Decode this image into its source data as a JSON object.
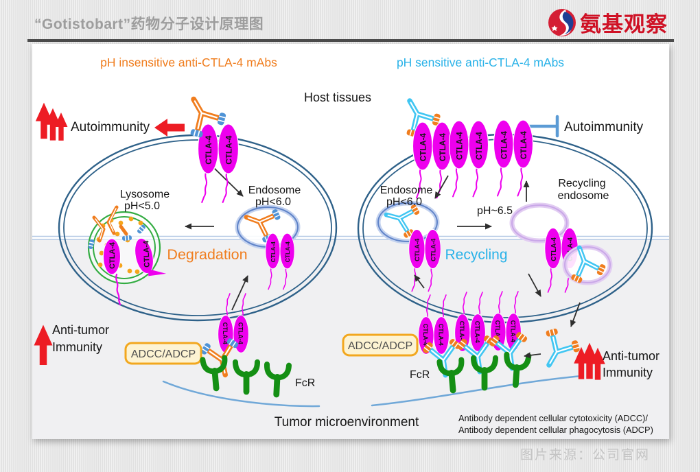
{
  "header": {
    "title": "“Gotistobart”药物分子设计原理图",
    "brand": "氨基观察"
  },
  "footer": {
    "source": "图片来源：公司官网"
  },
  "labels": {
    "left_title": "pH insensitive anti-CTLA-4 mAbs",
    "right_title": "pH sensitive anti-CTLA-4 mAbs",
    "host_tissues": "Host tissues",
    "autoimmunity": "Autoimmunity",
    "lysosome": "Lysosome",
    "lysosome_ph": "pH<5.0",
    "endosome": "Endosome",
    "endosome_ph": "pH<6.0",
    "degradation": "Degradation",
    "ph65": "pH~6.5",
    "recycling_endosome_1": "Recycling",
    "recycling_endosome_2": "endosome",
    "recycling": "Recycling",
    "adcc": "ADCC/ADCP",
    "fcr": "FcR",
    "anti_tumor_1": "Anti-tumor",
    "anti_tumor_2": "Immunity",
    "tumor_micro": "Tumor microenvironment",
    "caption_1": "Antibody dependent cellular cytotoxicity (ADCC)/",
    "caption_2": "Antibody dependent cellular phagocytosis (ADCP)",
    "ctla4": "CTLA-4"
  },
  "colors": {
    "accent_orange": "#f07d1e",
    "accent_cyan": "#29b2e8",
    "ctla4_magenta": "#ee00ee",
    "fcr_green": "#148f14",
    "arrow_red": "#ed1c24",
    "membrane_blue": "#2e6189",
    "inhibit_blue": "#5b9bd5",
    "brand_red": "#cf1125",
    "header_gray": "#9d9d9d"
  }
}
